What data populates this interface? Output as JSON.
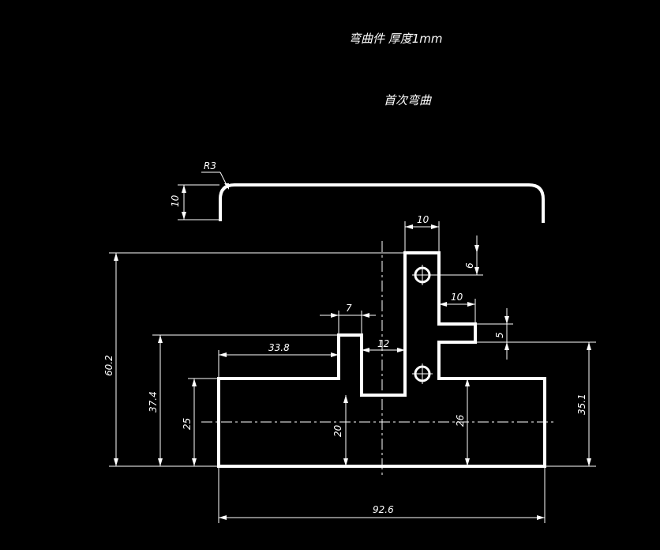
{
  "header": {
    "title": "弯曲件 厚度1mm",
    "subtitle": "首次弯曲"
  },
  "dimensions": {
    "radius": "R3",
    "flange_height": "10",
    "top_width": "10",
    "hole_offset": "6",
    "step_width": "10",
    "step_height": "5",
    "left_step_width": "7",
    "center_gap": "12",
    "left_length": "33.8",
    "total_height": "60.2",
    "left_height": "37.4",
    "base_height": "25",
    "inner_height_left": "20",
    "inner_height_right": "26",
    "right_height": "35.1",
    "total_width": "92.6"
  }
}
